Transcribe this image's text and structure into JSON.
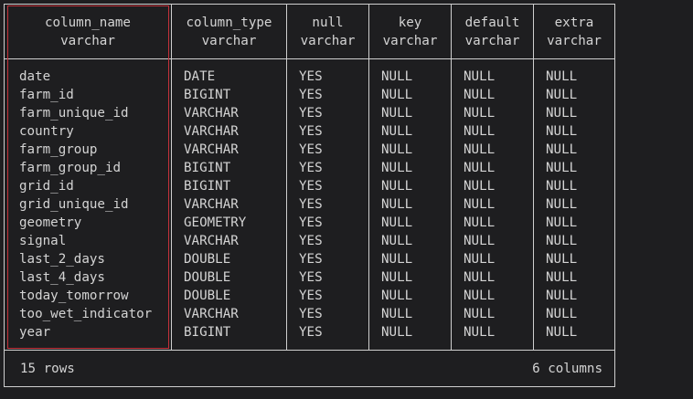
{
  "table": {
    "columns": [
      {
        "name": "column_name",
        "type": "varchar"
      },
      {
        "name": "column_type",
        "type": "varchar"
      },
      {
        "name": "null",
        "type": "varchar"
      },
      {
        "name": "key",
        "type": "varchar"
      },
      {
        "name": "default",
        "type": "varchar"
      },
      {
        "name": "extra",
        "type": "varchar"
      }
    ],
    "rows": [
      [
        "date",
        "DATE",
        "YES",
        "NULL",
        "NULL",
        "NULL"
      ],
      [
        "farm_id",
        "BIGINT",
        "YES",
        "NULL",
        "NULL",
        "NULL"
      ],
      [
        "farm_unique_id",
        "VARCHAR",
        "YES",
        "NULL",
        "NULL",
        "NULL"
      ],
      [
        "country",
        "VARCHAR",
        "YES",
        "NULL",
        "NULL",
        "NULL"
      ],
      [
        "farm_group",
        "VARCHAR",
        "YES",
        "NULL",
        "NULL",
        "NULL"
      ],
      [
        "farm_group_id",
        "BIGINT",
        "YES",
        "NULL",
        "NULL",
        "NULL"
      ],
      [
        "grid_id",
        "BIGINT",
        "YES",
        "NULL",
        "NULL",
        "NULL"
      ],
      [
        "grid_unique_id",
        "VARCHAR",
        "YES",
        "NULL",
        "NULL",
        "NULL"
      ],
      [
        "geometry",
        "GEOMETRY",
        "YES",
        "NULL",
        "NULL",
        "NULL"
      ],
      [
        "signal",
        "VARCHAR",
        "YES",
        "NULL",
        "NULL",
        "NULL"
      ],
      [
        "last_2_days",
        "DOUBLE",
        "YES",
        "NULL",
        "NULL",
        "NULL"
      ],
      [
        "last_4_days",
        "DOUBLE",
        "YES",
        "NULL",
        "NULL",
        "NULL"
      ],
      [
        "today_tomorrow",
        "DOUBLE",
        "YES",
        "NULL",
        "NULL",
        "NULL"
      ],
      [
        "too_wet_indicator",
        "VARCHAR",
        "YES",
        "NULL",
        "NULL",
        "NULL"
      ],
      [
        "year",
        "BIGINT",
        "YES",
        "NULL",
        "NULL",
        "NULL"
      ]
    ],
    "footer": {
      "row_count": "15 rows",
      "column_count": "6 columns"
    }
  },
  "colors": {
    "background": "#1e1e20",
    "text": "#d4d4d4",
    "border": "#cfcfcf",
    "highlight": "#c4313a"
  }
}
